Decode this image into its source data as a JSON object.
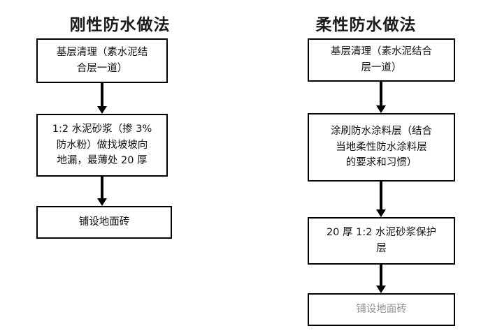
{
  "page": {
    "background_color": "#ffffff",
    "line_color": "#000000",
    "text_color": "#111111"
  },
  "columns": [
    {
      "id": "rigid-waterproofing",
      "title": "刚性防水做法",
      "nodes": [
        {
          "id": "l-node-1",
          "label": "基层清理（素水泥结\n合层一道）"
        },
        {
          "id": "l-node-2",
          "label": "1:2 水泥砂浆（掺 3%\n防水粉）做找坡坡向\n地漏，最薄处 20 厚"
        },
        {
          "id": "l-node-3",
          "label": "铺设地面砖"
        }
      ],
      "connectors": [
        {
          "id": "l-conn-1",
          "from": "l-node-1",
          "to": "l-node-2",
          "direction": "down"
        },
        {
          "id": "l-conn-2",
          "from": "l-node-2",
          "to": "l-node-3",
          "direction": "down"
        }
      ]
    },
    {
      "id": "flexible-waterproofing",
      "title": "柔性防水做法",
      "nodes": [
        {
          "id": "r-node-1",
          "label": "基层清理（素水泥结合\n层一道）"
        },
        {
          "id": "r-node-2",
          "label": "涂刷防水涂料层（结合\n当地柔性防水涂料层\n的要求和习惯）"
        },
        {
          "id": "r-node-3",
          "label": "20 厚 1:2 水泥砂浆保护\n层"
        },
        {
          "id": "r-node-4",
          "label": "铺设地面砖"
        }
      ],
      "connectors": [
        {
          "id": "r-conn-1",
          "from": "r-node-1",
          "to": "r-node-2",
          "direction": "down"
        },
        {
          "id": "r-conn-2",
          "from": "r-node-2",
          "to": "r-node-3",
          "direction": "down"
        },
        {
          "id": "r-conn-3",
          "from": "r-node-3",
          "to": "r-node-4",
          "direction": "down"
        }
      ]
    }
  ]
}
